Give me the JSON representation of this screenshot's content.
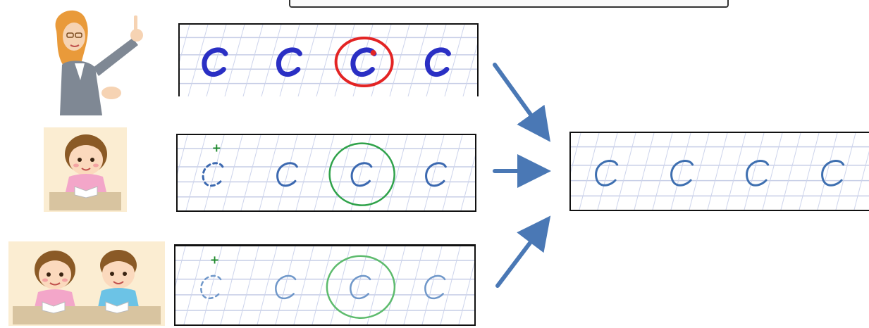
{
  "colors": {
    "teacher_letter": "#2a2fc4",
    "guided_letter": "#3c69b0",
    "result_letter": "#3e6fb0",
    "teacher_circle": "#e32424",
    "guide_circle": "#2fa24a",
    "start_marker": "#1f8a2c",
    "arrow": "#4a78b5",
    "ruling": "#c6cde6",
    "slant": "#cdd4ec",
    "frame": "#111111"
  },
  "rows": [
    {
      "id": "teacher",
      "figure": "teacher-icon",
      "letters": [
        "c",
        "c",
        "c",
        "c"
      ],
      "highlighted_index": 2
    },
    {
      "id": "student",
      "figure": "student-icon",
      "letters": [
        "c",
        "c",
        "c",
        "c"
      ],
      "highlighted_index": 2,
      "traced_index": 0
    },
    {
      "id": "pair",
      "figure": "student-pair-icon",
      "letters": [
        "c",
        "c",
        "c",
        "c"
      ],
      "highlighted_index": 2,
      "traced_index": 0
    }
  ],
  "result": {
    "letters": [
      "c",
      "c",
      "c",
      "c"
    ]
  }
}
